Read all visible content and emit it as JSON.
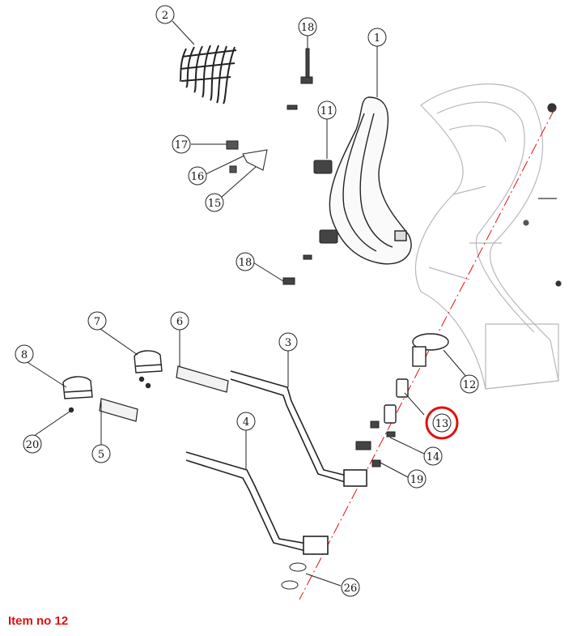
{
  "caption": "Item no 12",
  "highlight_color": "#e01010",
  "highlighted_item": "12",
  "callouts": [
    {
      "id": "c1",
      "label": "1"
    },
    {
      "id": "c2",
      "label": "2"
    },
    {
      "id": "c3",
      "label": "3"
    },
    {
      "id": "c4",
      "label": "4"
    },
    {
      "id": "c5",
      "label": "5"
    },
    {
      "id": "c6",
      "label": "6"
    },
    {
      "id": "c7",
      "label": "7"
    },
    {
      "id": "c8",
      "label": "8"
    },
    {
      "id": "c11",
      "label": "11"
    },
    {
      "id": "c12",
      "label": "12"
    },
    {
      "id": "c13",
      "label": "13"
    },
    {
      "id": "c14",
      "label": "14"
    },
    {
      "id": "c15",
      "label": "15"
    },
    {
      "id": "c16",
      "label": "16"
    },
    {
      "id": "c17",
      "label": "17"
    },
    {
      "id": "c18a",
      "label": "18"
    },
    {
      "id": "c18b",
      "label": "18"
    },
    {
      "id": "c19",
      "label": "19"
    },
    {
      "id": "c20",
      "label": "20"
    },
    {
      "id": "c26",
      "label": "26"
    }
  ]
}
